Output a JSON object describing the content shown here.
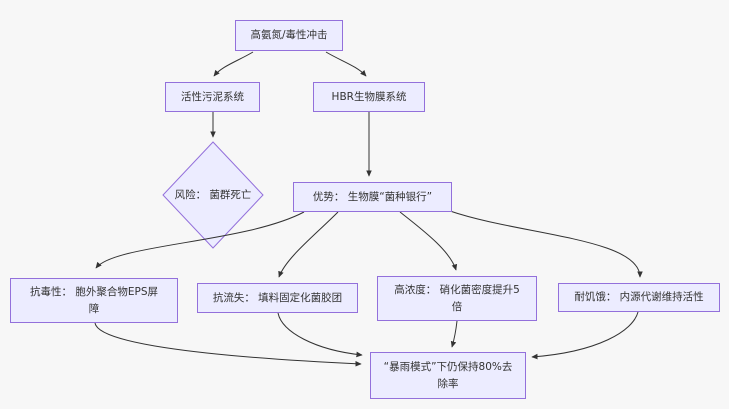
{
  "diagram": {
    "type": "flowchart",
    "colors": {
      "background": "#f7f7f7",
      "node_fill": "#ECECFF",
      "node_border": "#9370DB",
      "edge": "#333333",
      "text": "#333333"
    },
    "nodes": {
      "shock": "高氨氮/毒性冲击",
      "sludge": "活性污泥系统",
      "hbr": "HBR生物膜系统",
      "risk": "风险： 菌群死亡",
      "advantage": "优势： 生物膜“菌种银行”",
      "toxicity": "抗毒性： 胞外聚合物EPS屏\n障",
      "loss": "抗流失： 填料固定化菌胶团",
      "density": "高浓度： 硝化菌密度提升5\n倍",
      "starvation": "耐饥饿： 内源代谢维持活性",
      "result": "“暴雨模式”下仍保持80%去\n除率"
    },
    "edges": [
      {
        "from": "shock",
        "to": "sludge"
      },
      {
        "from": "shock",
        "to": "hbr"
      },
      {
        "from": "sludge",
        "to": "risk"
      },
      {
        "from": "hbr",
        "to": "advantage"
      },
      {
        "from": "advantage",
        "to": "toxicity"
      },
      {
        "from": "advantage",
        "to": "loss"
      },
      {
        "from": "advantage",
        "to": "density"
      },
      {
        "from": "advantage",
        "to": "starvation"
      },
      {
        "from": "toxicity",
        "to": "result"
      },
      {
        "from": "loss",
        "to": "result"
      },
      {
        "from": "density",
        "to": "result"
      },
      {
        "from": "starvation",
        "to": "result"
      }
    ]
  }
}
